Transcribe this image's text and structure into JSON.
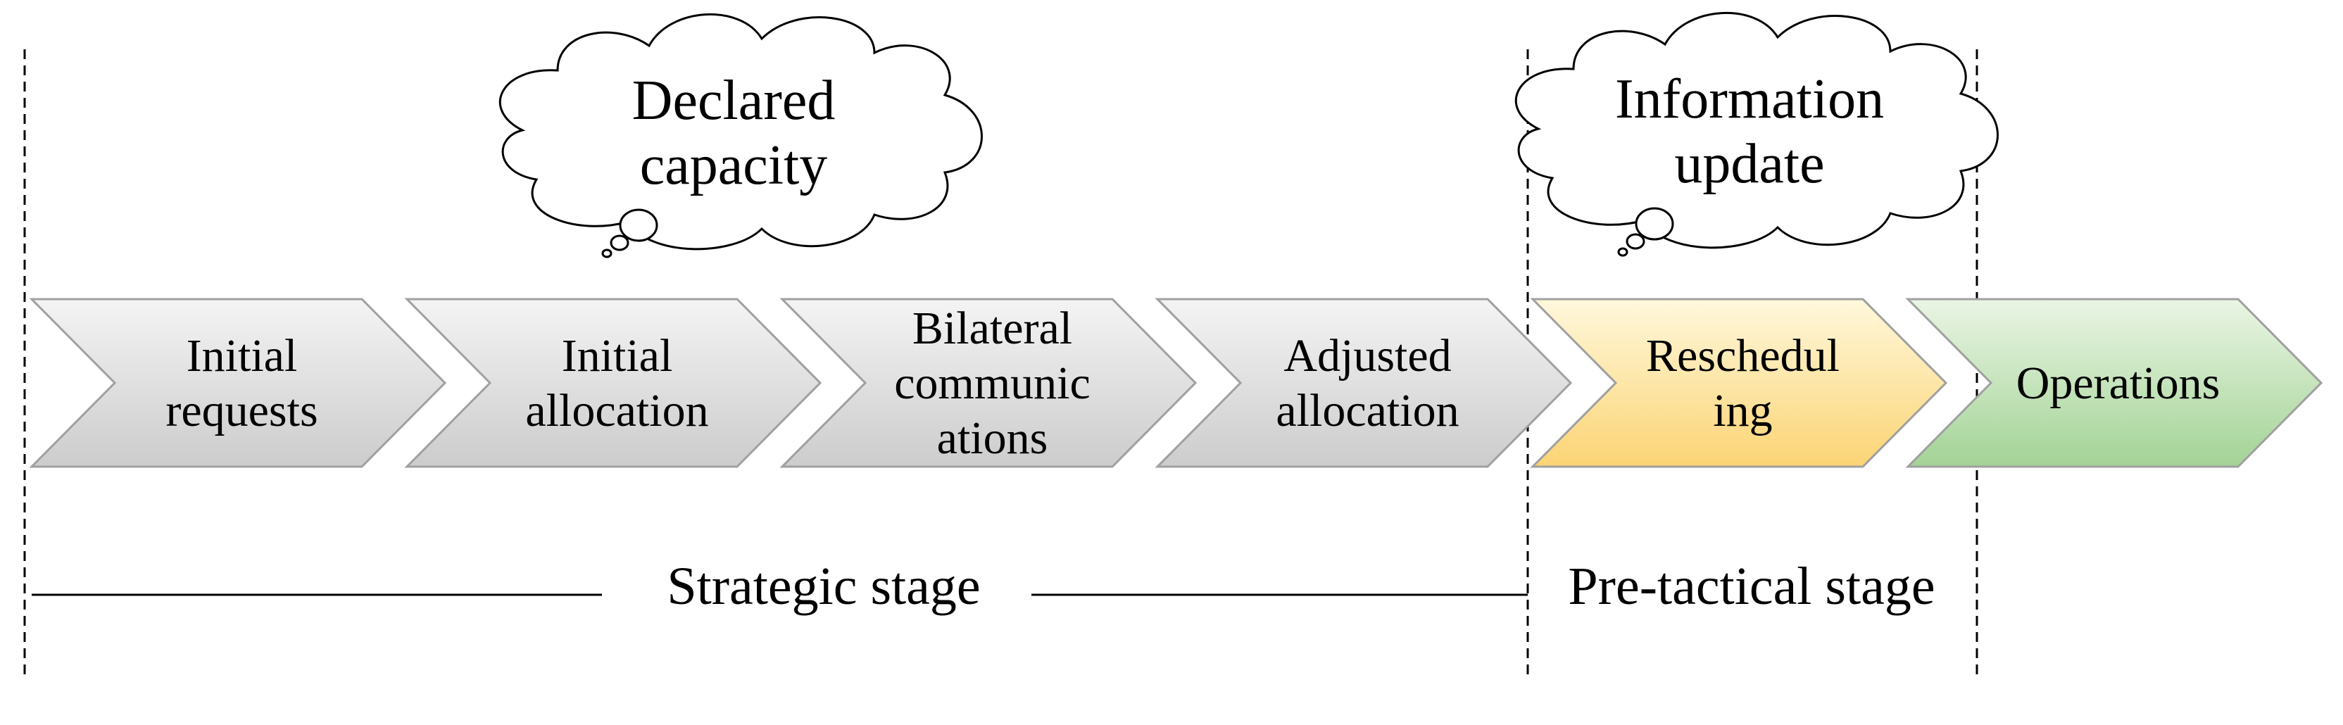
{
  "chevrons": [
    {
      "id": "initial-requests",
      "lines": [
        "Initial",
        "requests"
      ],
      "fill": "gray"
    },
    {
      "id": "initial-allocation",
      "lines": [
        "Initial",
        "allocation"
      ],
      "fill": "gray"
    },
    {
      "id": "bilateral-communications",
      "lines": [
        "Bilateral",
        "communic",
        "ations"
      ],
      "fill": "gray"
    },
    {
      "id": "adjusted-allocation",
      "lines": [
        "Adjusted",
        "allocation"
      ],
      "fill": "gray"
    },
    {
      "id": "rescheduling",
      "lines": [
        "Reschedul",
        "ing"
      ],
      "fill": "yellow"
    },
    {
      "id": "operations",
      "lines": [
        "Operations"
      ],
      "fill": "green"
    }
  ],
  "clouds": [
    {
      "id": "declared-capacity",
      "lines": [
        "Declared",
        "capacity"
      ]
    },
    {
      "id": "information-update",
      "lines": [
        "Information",
        "update"
      ]
    }
  ],
  "stages": {
    "strategic": "Strategic stage",
    "pre_tactical": "Pre-tactical stage"
  },
  "colors": {
    "gray_light": "#f2f2f2",
    "gray_dark": "#cfcfcf",
    "yellow_light": "#fff7d6",
    "yellow_dark": "#fcd77a",
    "green_light": "#e6f3df",
    "green_dark": "#a8d59b",
    "stroke": "#a0a0a0"
  }
}
